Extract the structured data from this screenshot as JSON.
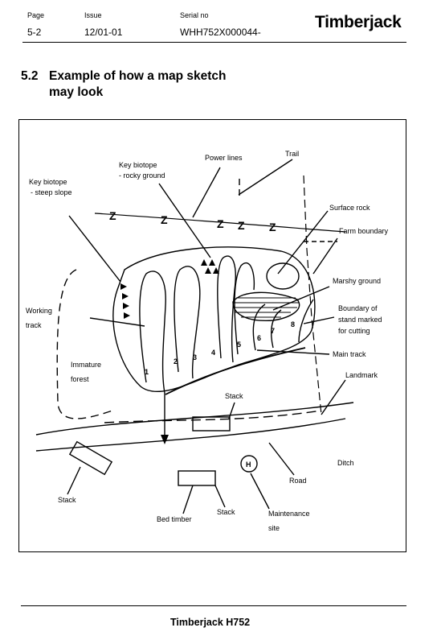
{
  "header": {
    "page_label": "Page",
    "page_value": "5-2",
    "issue_label": "Issue",
    "issue_value": "12/01-01",
    "serial_label": "Serial no",
    "serial_value": "WHH752X000044-",
    "brand": "Timberjack"
  },
  "section": {
    "number": "5.2",
    "title_line1": "Example of how a map sketch",
    "title_line2": "may look"
  },
  "map": {
    "labels": {
      "key_biotope_rocky_1": "Key biotope",
      "key_biotope_rocky_2": "- rocky ground",
      "power_lines": "Power lines",
      "trail": "Trail",
      "key_biotope_steep_1": "Key biotope",
      "key_biotope_steep_2": "- steep slope",
      "surface_rock": "Surface rock",
      "farm_boundary": "Farm boundary",
      "marshy_ground": "Marshy ground",
      "working_1": "Working",
      "working_2": "track",
      "boundary_1": "Boundary of",
      "boundary_2": "stand marked",
      "boundary_3": "for cutting",
      "main_track": "Main track",
      "immature_1": "Immature",
      "immature_2": "forest",
      "landmark": "Landmark",
      "stack_top": "Stack",
      "ditch": "Ditch",
      "road": "Road",
      "stack_left": "Stack",
      "stack_bottom": "Stack",
      "bed_timber": "Bed timber",
      "maintenance_1": "Maintenance",
      "maintenance_2": "site",
      "h_symbol": "H"
    },
    "track_numbers": [
      "1",
      "2",
      "3",
      "4",
      "5",
      "6",
      "7",
      "8"
    ]
  },
  "footer": {
    "text": "Timberjack H752"
  }
}
